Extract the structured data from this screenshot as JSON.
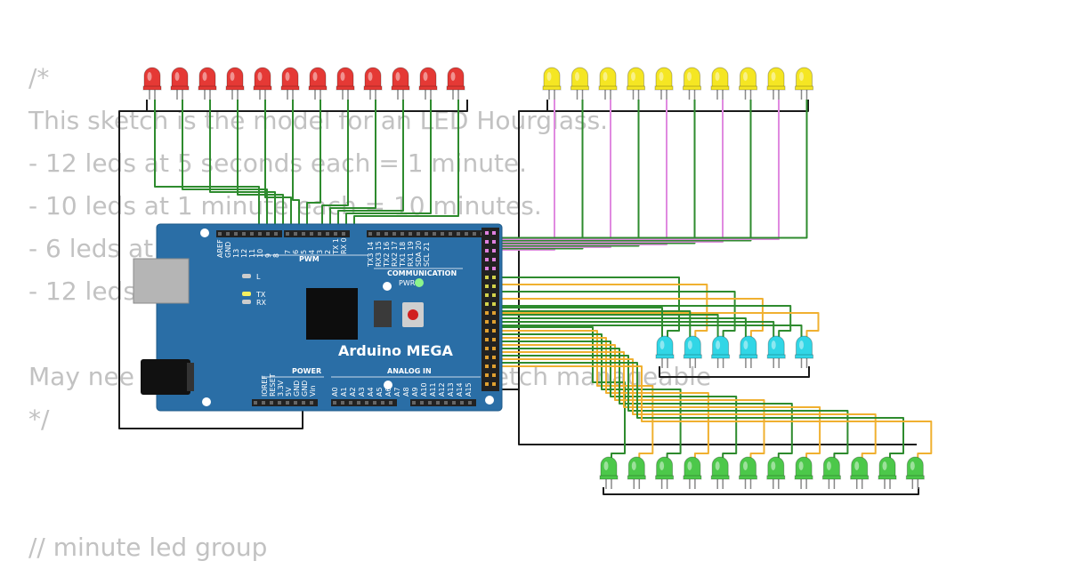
{
  "code_lines": [
    "/*",
    "This sketch is the model for an LED Hourglass.",
    "- 12 leds at 5 seconds each = 1 minute.",
    "- 10 leds at 1 minute each = 10 minutes.",
    "- 6 leds at",
    "- 12 leds",
    "",
    "May nee                                          sketch manageable",
    "*/",
    "",
    "",
    "// minute led group"
  ],
  "board": {
    "name": "Arduino MEGA",
    "pwm_label": "PWM",
    "communication_label": "COMMUNICATION",
    "power_label": "POWER",
    "analog_label": "ANALOG IN",
    "pwr_led_label": "PWR",
    "led_labels": [
      "L",
      "TX",
      "RX"
    ],
    "top_pins_left": [
      "AREF",
      "GND",
      "13",
      "12",
      "11",
      "10",
      "9",
      "8"
    ],
    "top_pins_mid": [
      "7",
      "6",
      "5",
      "4",
      "3",
      "2",
      "TX 1",
      "RX 0"
    ],
    "top_pins_right": [
      "TX3 14",
      "RX3 15",
      "TX2 16",
      "RX2 17",
      "TX1 18",
      "RX1 19",
      "SDA 20",
      "SCL 21"
    ],
    "power_pins": [
      "IOREF",
      "RESET",
      "3.3V",
      "5V",
      "GND",
      "GND",
      "Vin"
    ],
    "analog_pins": [
      "A0",
      "A1",
      "A2",
      "A3",
      "A4",
      "A5",
      "A6",
      "A7",
      "A8",
      "A9",
      "A10",
      "A11",
      "A12",
      "A13",
      "A14",
      "A15"
    ]
  },
  "led_groups": {
    "red": {
      "count": 12,
      "color": "#e53935"
    },
    "yellow": {
      "count": 10,
      "color": "#f5e623"
    },
    "cyan": {
      "count": 6,
      "color": "#31d6e6"
    },
    "green": {
      "count": 12,
      "color": "#4cc84a"
    }
  },
  "wire_colors": {
    "ground": "#1a1a1a",
    "signal": "#2e8b2e",
    "pink": "#e08ae0",
    "orange": "#f0b030"
  }
}
